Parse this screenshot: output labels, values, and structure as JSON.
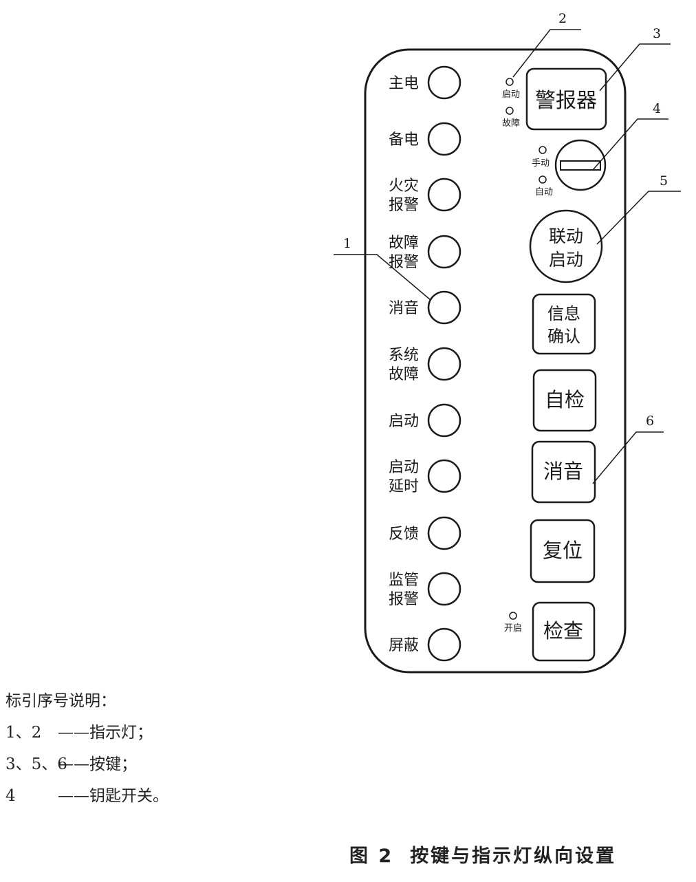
{
  "indicators": [
    {
      "lines": [
        "主电"
      ]
    },
    {
      "lines": [
        "备电"
      ]
    },
    {
      "lines": [
        "火灾",
        "报警"
      ]
    },
    {
      "lines": [
        "故障",
        "报警"
      ]
    },
    {
      "lines": [
        "消音"
      ]
    },
    {
      "lines": [
        "系统",
        "故障"
      ]
    },
    {
      "lines": [
        "启动"
      ]
    },
    {
      "lines": [
        "启动",
        "延时"
      ]
    },
    {
      "lines": [
        "反馈"
      ]
    },
    {
      "lines": [
        "监管",
        "报警"
      ]
    },
    {
      "lines": [
        "屏蔽"
      ]
    }
  ],
  "buttons": {
    "alarm": {
      "label": "警报器",
      "led_start": "启动",
      "led_fault": "故障"
    },
    "key_switch": {
      "led_manual": "手动",
      "led_auto": "自动"
    },
    "linkage": {
      "line1": "联动",
      "line2": "启动"
    },
    "info_confirm": {
      "line1": "信息",
      "line2": "确认"
    },
    "self_test": {
      "label": "自检"
    },
    "silence": {
      "label": "消音"
    },
    "reset": {
      "label": "复位"
    },
    "check": {
      "label": "检查",
      "led_open": "开启"
    }
  },
  "callouts": [
    "1",
    "2",
    "3",
    "4",
    "5",
    "6"
  ],
  "legend": {
    "title": "标引序号说明：",
    "rows": [
      {
        "num": "1、2",
        "text": "——指示灯；"
      },
      {
        "num": "3、5、6",
        "text": "——按键；"
      },
      {
        "num": "4",
        "text": "——钥匙开关。"
      }
    ]
  },
  "caption": {
    "fig": "图 2",
    "title": "按键与指示灯纵向设置"
  }
}
